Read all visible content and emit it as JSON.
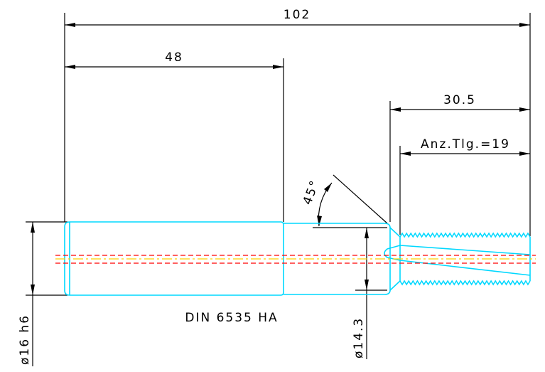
{
  "drawing": {
    "dimensions": {
      "overall_length": "102",
      "shank_length": "48",
      "thread_length": "30.5",
      "teeth_count": "Anz.Tlg.=19",
      "chamfer_angle": "45°",
      "shank_diameter": "ø16 h6",
      "neck_diameter": "ø14.3"
    },
    "standard_label": "DIN 6535 HA"
  },
  "colors": {
    "part_outline": "#00d8ff",
    "dimension": "#000000",
    "axis_red": "#ff0000",
    "axis_yellow": "#ffd000",
    "background": "#ffffff"
  }
}
